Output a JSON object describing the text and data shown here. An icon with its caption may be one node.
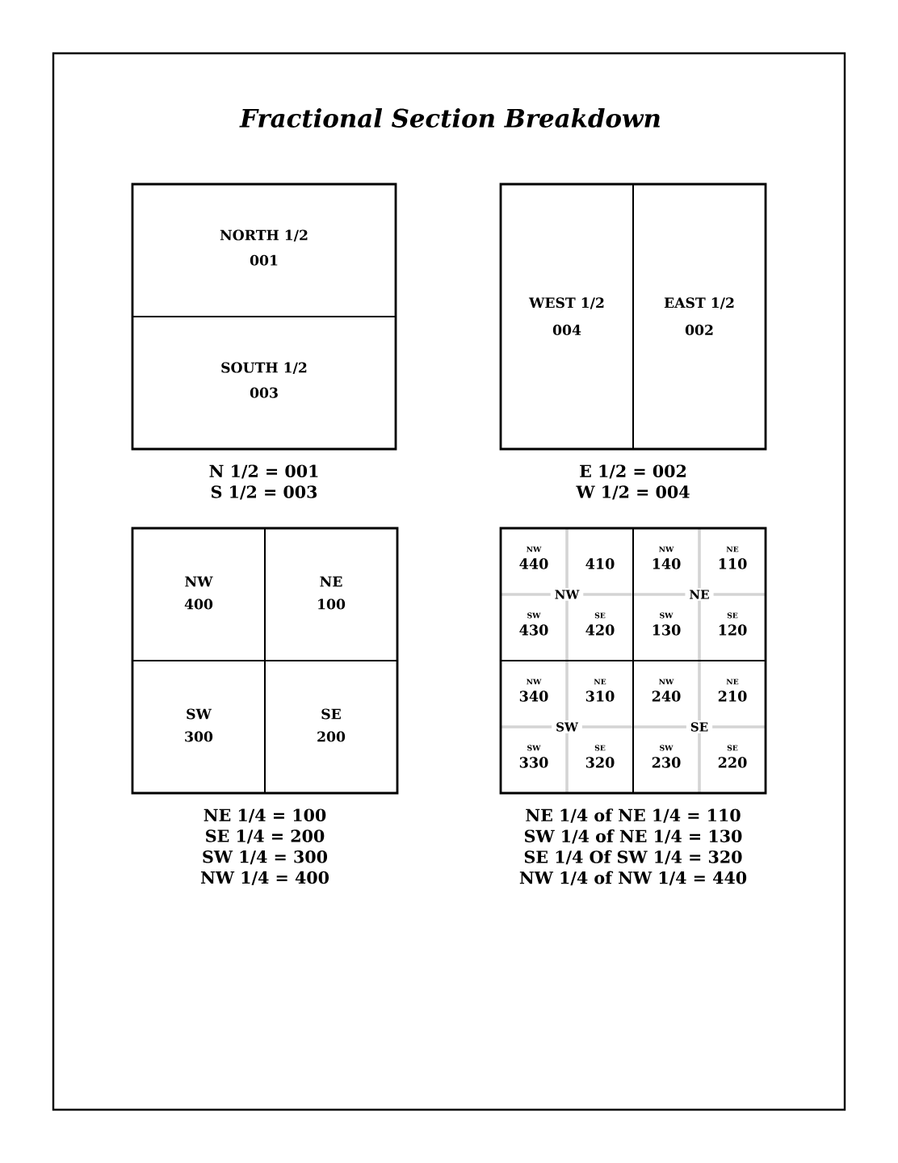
{
  "diagram": {
    "title": "Fractional Section Breakdown",
    "nodes": [
      {
        "text": [],
        "shape": "box",
        "beside": [
          "N 1/2 = 001",
          "S 1/2 = 003"
        ]
      },
      {
        "text": [
          "NORTH 1/2",
          "001"
        ],
        "in": 0
      },
      {
        "text": [
          "SOUTH 1/2",
          "003"
        ],
        "in": 0
      },
      {
        "text": [],
        "shape": "box",
        "beside": [
          "E 1/2 = 002",
          "W 1/2 = 004"
        ]
      },
      {
        "text": [
          "WEST 1/2",
          "004"
        ],
        "in": 3
      },
      {
        "text": [
          "EAST 1/2",
          "002"
        ],
        "in": 3
      },
      {
        "text": [],
        "shape": "box",
        "beside": [
          "NE 1/4 = 100",
          "SE 1/4 = 200",
          "SW 1/4 = 300",
          "NW 1/4 = 400"
        ]
      },
      {
        "text": [
          "NW",
          "400"
        ],
        "in": 6
      },
      {
        "text": [
          "NE",
          "100"
        ],
        "in": 6
      },
      {
        "text": [
          "SW",
          "300"
        ],
        "in": 6
      },
      {
        "text": [
          "SE",
          "200"
        ],
        "in": 6
      },
      {
        "text": [],
        "shape": "box",
        "beside": [
          "NE 1/4 of NE 1/4 = 110",
          "SW 1/4 of NE 1/4 = 130",
          "SE 1/4 Of SW 1/4 = 320",
          "NW 1/4 of NW 1/4 = 440"
        ]
      },
      {
        "text": [
          "NW"
        ],
        "in": 11
      },
      {
        "text": [
          "NW",
          "440"
        ],
        "in": 12
      },
      {
        "text": [
          "410"
        ],
        "in": 12
      },
      {
        "text": [
          "SW",
          "430"
        ],
        "in": 12
      },
      {
        "text": [
          "SE",
          "420"
        ],
        "in": 12
      },
      {
        "text": [
          "NE"
        ],
        "in": 11
      },
      {
        "text": [
          "NW",
          "140"
        ],
        "in": 17
      },
      {
        "text": [
          "NE",
          "110"
        ],
        "in": 17
      },
      {
        "text": [
          "SW",
          "130"
        ],
        "in": 17
      },
      {
        "text": [
          "SE",
          "120"
        ],
        "in": 17
      },
      {
        "text": [
          "SW"
        ],
        "in": 11
      },
      {
        "text": [
          "NW",
          "340"
        ],
        "in": 22
      },
      {
        "text": [
          "NE",
          "310"
        ],
        "in": 22
      },
      {
        "text": [
          "SW",
          "330"
        ],
        "in": 22
      },
      {
        "text": [
          "SE",
          "320"
        ],
        "in": 22
      },
      {
        "text": [
          "SE"
        ],
        "in": 11
      },
      {
        "text": [
          "NW",
          "240"
        ],
        "in": 27
      },
      {
        "text": [
          "NE",
          "210"
        ],
        "in": 27
      },
      {
        "text": [
          "SW",
          "230"
        ],
        "in": 27
      },
      {
        "text": [
          "SE",
          "220"
        ],
        "in": 27
      }
    ]
  }
}
